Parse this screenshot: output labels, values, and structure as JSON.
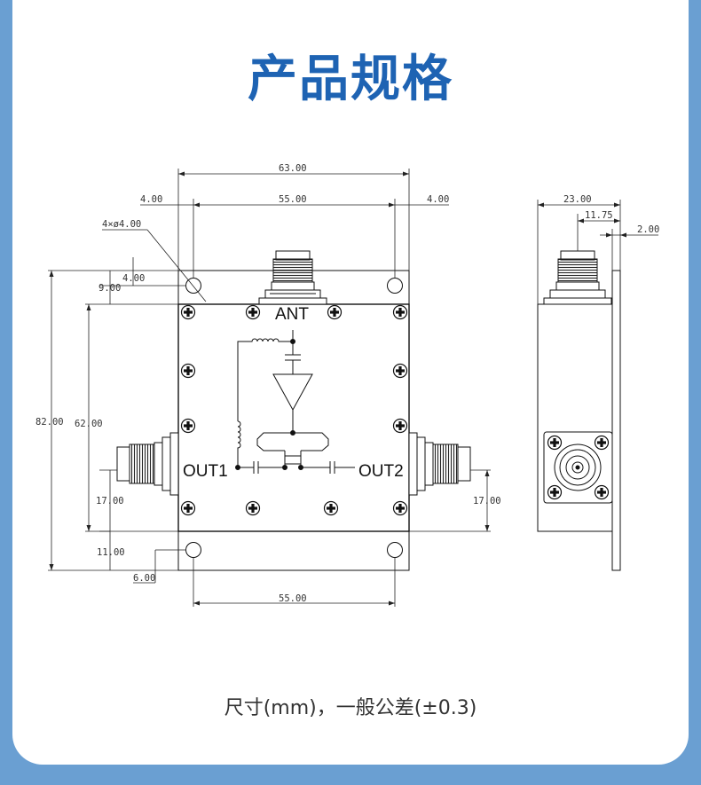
{
  "title": "产品规格",
  "caption": "尺寸(mm)，一般公差(±0.3)",
  "front_view": {
    "labels": {
      "antenna": "ANT",
      "output1": "OUT1",
      "output2": "OUT2"
    },
    "dimensions": {
      "overall_width": "63.00",
      "left_margin": "4.00",
      "hole_span_top": "55.00",
      "right_margin": "4.00",
      "hole_callout": "4×ø4.00",
      "hole_vertical_offset": "4.00",
      "top_flange": "9.00",
      "overall_height": "82.00",
      "body_height": "62.00",
      "left_connector_height": "17.00",
      "right_connector_height": "17.00",
      "bottom_flange": "11.00",
      "bottom_hole_offset": "6.00",
      "hole_span_bottom": "55.00"
    }
  },
  "side_view": {
    "dimensions": {
      "depth": "23.00",
      "connector_offset": "11.75",
      "flange_thickness": "2.00"
    }
  }
}
